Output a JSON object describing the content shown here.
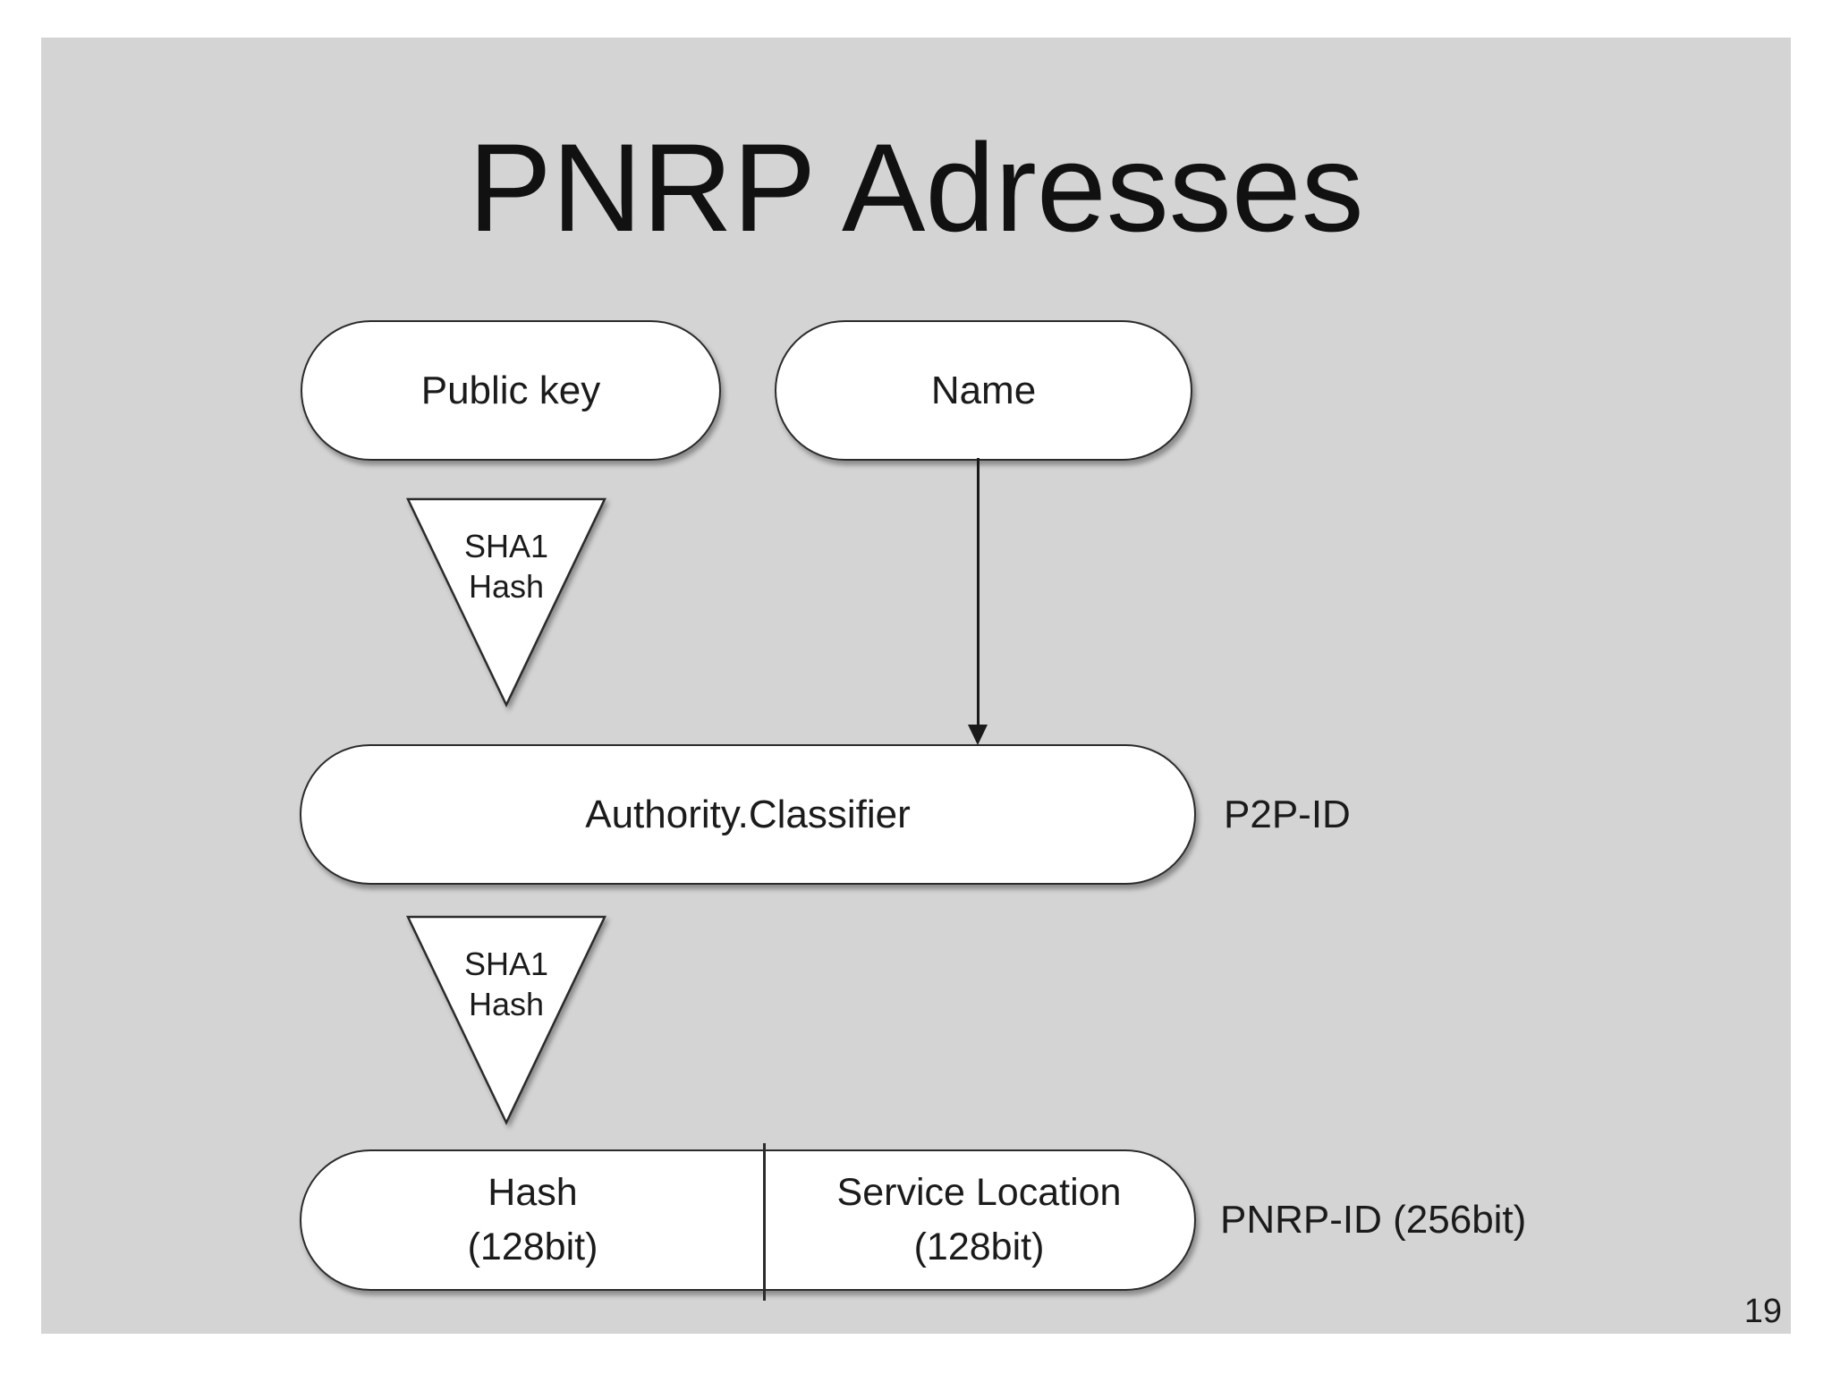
{
  "slide": {
    "title": "PNRP Adresses",
    "page_number": "19",
    "colors": {
      "page_bg": "#ffffff",
      "slide_bg": "#d4d4d4",
      "shape_fill": "#ffffff",
      "shape_stroke": "#2b2b2b",
      "text": "#1b1b1b"
    },
    "nodes": {
      "public_key": {
        "label": "Public key"
      },
      "name": {
        "label": "Name"
      },
      "authority_classifier": {
        "label": "Authority.Classifier"
      },
      "hash_cell": {
        "line1": "Hash",
        "line2": "(128bit)"
      },
      "service_location_cell": {
        "line1": "Service Location",
        "line2": "(128bit)"
      }
    },
    "operators": {
      "sha1_top": {
        "line1": "SHA1",
        "line2": "Hash"
      },
      "sha1_bottom": {
        "line1": "SHA1",
        "line2": "Hash"
      }
    },
    "annotations": {
      "p2p_id": "P2P-ID",
      "pnrp_id": "PNRP-ID (256bit)"
    }
  }
}
